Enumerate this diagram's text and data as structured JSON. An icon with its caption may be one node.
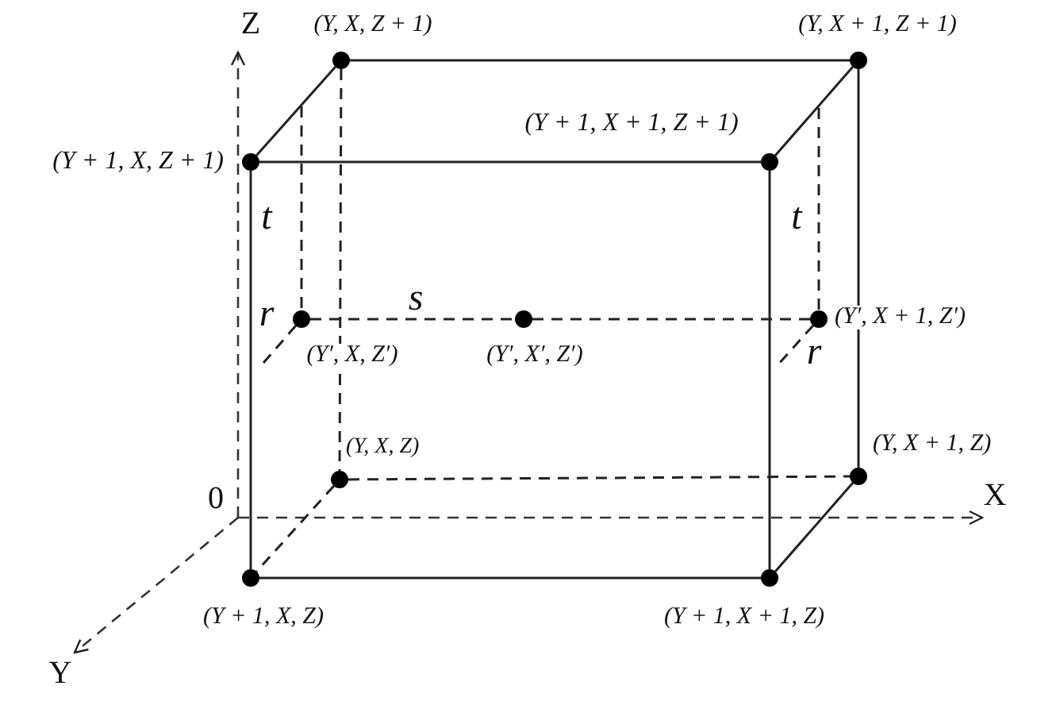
{
  "diagram": {
    "nodes": [
      {
        "text": [],
        "shape": "circle",
        "beside": [
          "(Y, X, Z + 1)"
        ]
      },
      {
        "text": [],
        "shape": "circle",
        "beside": [
          "(Y, X + 1, Z + 1)"
        ]
      },
      {
        "text": [],
        "shape": "circle",
        "beside": [
          "(Y + 1, X, Z + 1)"
        ]
      },
      {
        "text": [],
        "shape": "circle",
        "beside": [
          "(Y + 1, X + 1, Z + 1)"
        ]
      },
      {
        "text": [],
        "shape": "circle",
        "beside": [
          "(Y′, X, Z′)"
        ]
      },
      {
        "text": [],
        "shape": "circle",
        "beside": [
          "(Y′, X′, Z′)"
        ]
      },
      {
        "text": [],
        "shape": "circle",
        "beside": [
          "(Y′, X + 1, Z′)"
        ]
      },
      {
        "text": [],
        "shape": "circle",
        "beside": [
          "(Y, X, Z)"
        ]
      },
      {
        "text": [],
        "shape": "circle",
        "beside": [
          "(Y, X + 1, Z)"
        ]
      },
      {
        "text": [],
        "shape": "circle",
        "beside": [
          "(Y + 1, X, Z)"
        ]
      },
      {
        "text": [],
        "shape": "circle",
        "beside": [
          "(Y + 1, X + 1, Z)"
        ]
      }
    ],
    "edges": [
      {
        "from": 0,
        "to": 1,
        "arrow": "none"
      },
      {
        "from": 0,
        "to": 2,
        "arrow": "none"
      },
      {
        "from": 1,
        "to": 3,
        "arrow": "none"
      },
      {
        "from": 2,
        "to": 3,
        "arrow": "none"
      },
      {
        "from": 2,
        "to": 9,
        "arrow": "none"
      },
      {
        "from": 3,
        "to": 10,
        "arrow": "none"
      },
      {
        "from": 1,
        "to": 8,
        "arrow": "none"
      },
      {
        "from": 9,
        "to": 10,
        "arrow": "none"
      },
      {
        "from": 8,
        "to": 10,
        "arrow": "none"
      },
      {
        "from": 0,
        "to": 7,
        "arrow": "none",
        "style": "dashed"
      },
      {
        "from": 7,
        "to": 8,
        "arrow": "none",
        "style": "dashed"
      },
      {
        "from": 7,
        "to": 9,
        "arrow": "none",
        "style": "dashed"
      },
      {
        "from": 4,
        "to": 5,
        "arrow": "none",
        "style": "dashed",
        "label": "s"
      },
      {
        "from": 5,
        "to": 6,
        "arrow": "none",
        "style": "dashed"
      },
      {
        "from": null,
        "to": 4,
        "arrow": "none",
        "style": "dashed"
      },
      {
        "from": null,
        "to": 6,
        "arrow": "none",
        "style": "dashed"
      },
      {
        "from": 4,
        "to": null,
        "arrow": "none",
        "style": "dashed"
      },
      {
        "from": 6,
        "to": null,
        "arrow": "none",
        "style": "dashed"
      }
    ],
    "labels": [
      "Z",
      "t",
      "t",
      "r",
      "r",
      "0",
      "X",
      "Y"
    ]
  }
}
